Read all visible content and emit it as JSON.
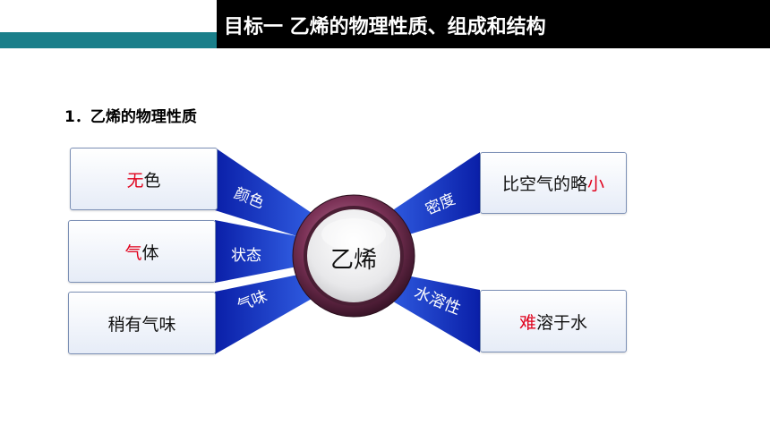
{
  "header": {
    "title": "目标一  乙烯的物理性质、组成和结构"
  },
  "section": {
    "heading": "1．乙烯的物理性质"
  },
  "center": {
    "label": "乙烯"
  },
  "cards": {
    "color": {
      "highlight": "无",
      "rest": "色"
    },
    "state": {
      "highlight": "气",
      "rest": "体"
    },
    "smell": {
      "text": "稍有气味"
    },
    "density": {
      "prefix": "比空气的略",
      "highlight": "小"
    },
    "solubility": {
      "highlight": "难",
      "rest": "溶于水"
    }
  },
  "rays": {
    "color": "颜色",
    "state": "状态",
    "smell": "气味",
    "density": "密度",
    "solubility": "水溶性"
  },
  "colors": {
    "header_teal": "#1a7f8a",
    "header_black": "#000000",
    "ray_blue": "#1f3fc8",
    "highlight_red": "#e0001b",
    "hub_ring": "#7d3358"
  }
}
